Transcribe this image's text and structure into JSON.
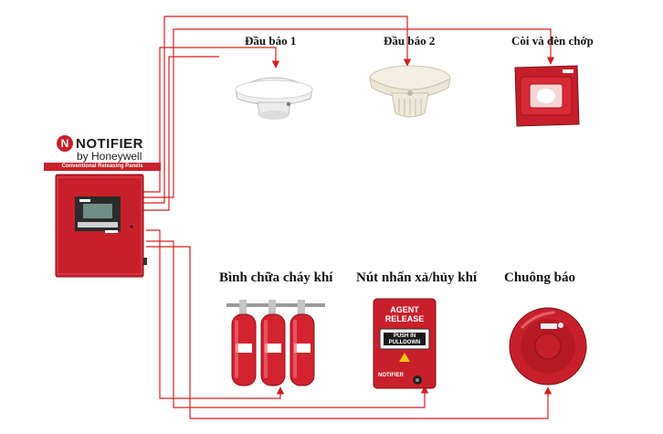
{
  "brand": {
    "logo_name": "NOTIFIER",
    "logo_sub": "by Honeywell",
    "banner": "Conventional Releasing Panels"
  },
  "devices": {
    "detector_1": "Đầu báo 1",
    "detector_2": "Đầu báo 2",
    "horn_strobe": "Còi và đèn chớp",
    "extinguisher": "Bình chữa cháy khí",
    "release_button": "Nút nhấn xả/hủy khí",
    "bell": "Chuông báo"
  },
  "release_station": {
    "title": "AGENT RELEASE",
    "instruction": "PUSH IN PULLDOWN",
    "brand": "NOTIFIER"
  },
  "colors": {
    "wire": "#d42020",
    "device_red": "#c8202b"
  }
}
